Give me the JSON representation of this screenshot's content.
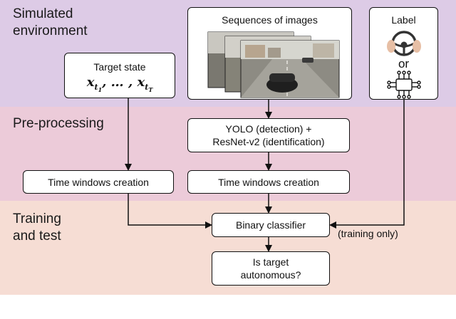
{
  "colors": {
    "band_sim": "#ddcbe6",
    "band_pre": "#eccbd9",
    "band_train": "#f6ddd4",
    "line": "#111111"
  },
  "bands": {
    "simulated": "Simulated\nenvironment",
    "preprocessing": "Pre-processing",
    "training": "Training\nand test"
  },
  "boxes": {
    "target_state": {
      "title": "Target state",
      "formula": "x_{t1}, … , x_{tT}"
    },
    "sequences": {
      "title": "Sequences of images"
    },
    "label": {
      "title": "Label",
      "or": "or",
      "icons": [
        "steering-wheel-icon",
        "chip-icon"
      ]
    },
    "yolo": {
      "line1": "YOLO (detection) +",
      "line2": "ResNet-v2 (identification)"
    },
    "time_windows_left": "Time windows creation",
    "time_windows_right": "Time windows creation",
    "classifier": "Binary classifier",
    "output": {
      "line1": "Is target",
      "line2": "autonomous?"
    }
  },
  "notes": {
    "training_only": "(training only)"
  }
}
